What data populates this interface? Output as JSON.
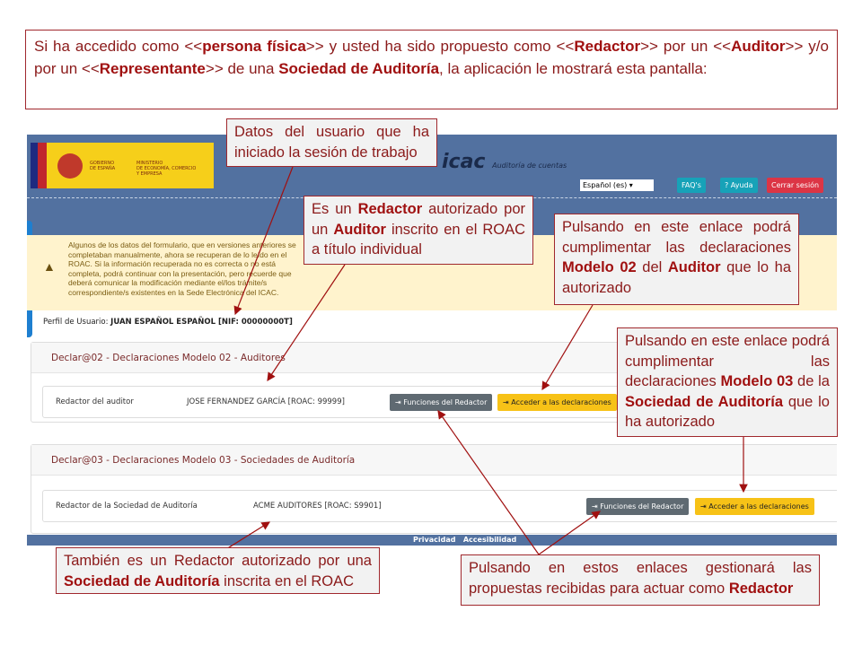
{
  "intro": {
    "t1": "Si ha accedido como <<",
    "b1": "persona física",
    "t2": ">> y usted ha sido propuesto como <<",
    "b2": "Redactor",
    "t3": ">> por un <<",
    "b3": "Auditor",
    "t4": ">> y/o por un <<",
    "b4": "Representante",
    "t5": ">> de una ",
    "b5": "Sociedad de Auditoría",
    "t6": ", la aplicación le mostrará esta pantalla:"
  },
  "app": {
    "gov_line1": "GOBIERNO",
    "gov_line2": "DE ESPAÑA",
    "ministry1": "MINISTERIO",
    "ministry2": "DE ECONOMÍA, COMERCIO",
    "ministry3": "Y EMPRESA",
    "logo": "icac",
    "logo_sub": "Auditoría de cuentas",
    "language": "Español (es)",
    "faq": "FAQ's",
    "help": "? Ayuda",
    "logout": "Cerrar sesión",
    "warning": "Algunos de los datos del formulario, que en versiones anteriores se completaban manualmente, ahora se recuperan de lo leído en el ROAC. Si la información recuperada no es correcta o no está completa, podrá continuar con la presentación, pero recuerde que deberá comunicar la modificación mediante el/los trámite/s correspondiente/s existentes en la Sede Electrónica del ICAC.",
    "profile_label": "Perfil de Usuario:",
    "profile_value": "JUAN ESPAÑOL ESPAÑOL [NIF: 00000000T]",
    "cards": [
      {
        "title": "Declar@02 - Declaraciones Modelo 02 - Auditores",
        "role": "Redactor del auditor",
        "entity": "JOSE FERNANDEZ GARCÍA [ROAC: 99999]",
        "btn1": "Funciones del Redactor",
        "btn2": "Acceder a las declaraciones"
      },
      {
        "title": "Declar@03 - Declaraciones Modelo 03 - Sociedades de Auditoría",
        "role": "Redactor de la Sociedad de Auditoría",
        "entity": "ACME AUDITORES [ROAC: S9901]",
        "btn1": "Funciones del Redactor",
        "btn2": "Acceder a las declaraciones"
      }
    ],
    "footer": "Privacidad   Accesibilidad"
  },
  "callouts": {
    "user": "Datos del usuario que ha iniciado la sesión de trabajo",
    "redactor": {
      "t1": "Es un ",
      "b1": "Redactor",
      "t2": " autorizado por un ",
      "b2": "Auditor",
      "t3": " inscrito en el ROAC a título individual"
    },
    "m02": {
      "t1": "Pulsando en este enlace podrá cumplimentar las declaraciones ",
      "b1": "Modelo 02",
      "t2": " del ",
      "b2": "Auditor",
      "t3": " que lo ha autorizado"
    },
    "m03": {
      "t1": "Pulsando en este enlace podrá cumplimentar las declaraciones ",
      "b1": "Modelo 03",
      "t2": " de la ",
      "b2": "Sociedad de Auditoría",
      "t3": " que lo ha autorizado"
    },
    "sociedad": {
      "t1": "También es un Redactor autorizado por una ",
      "b1": "Sociedad de Auditoría",
      "t2": " inscrita en el ROAC"
    },
    "funciones": {
      "t1": "Pulsando en estos enlaces gestionará las propuestas recibidas para actuar como ",
      "b1": "Redactor"
    }
  }
}
